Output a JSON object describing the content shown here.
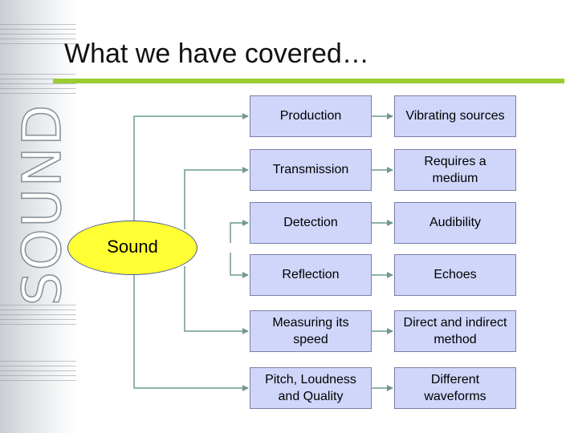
{
  "slide": {
    "title": "What we have covered…",
    "sidebar_word": "SOUND"
  },
  "diagram": {
    "center": "Sound",
    "rows": [
      {
        "topic": "Production",
        "detail": "Vibrating sources"
      },
      {
        "topic": "Transmission",
        "detail": "Requires a medium"
      },
      {
        "topic": "Detection",
        "detail": "Audibility"
      },
      {
        "topic": "Reflection",
        "detail": "Echoes"
      },
      {
        "topic": "Measuring its speed",
        "detail": "Direct and indirect method"
      },
      {
        "topic": "Pitch, Loudness and Quality",
        "detail": "Different waveforms"
      }
    ]
  },
  "colors": {
    "accent_rule": "#9acd32",
    "center_fill": "#ffff33",
    "box_fill": "#d0d6fa",
    "connector": "#6f9a92"
  }
}
